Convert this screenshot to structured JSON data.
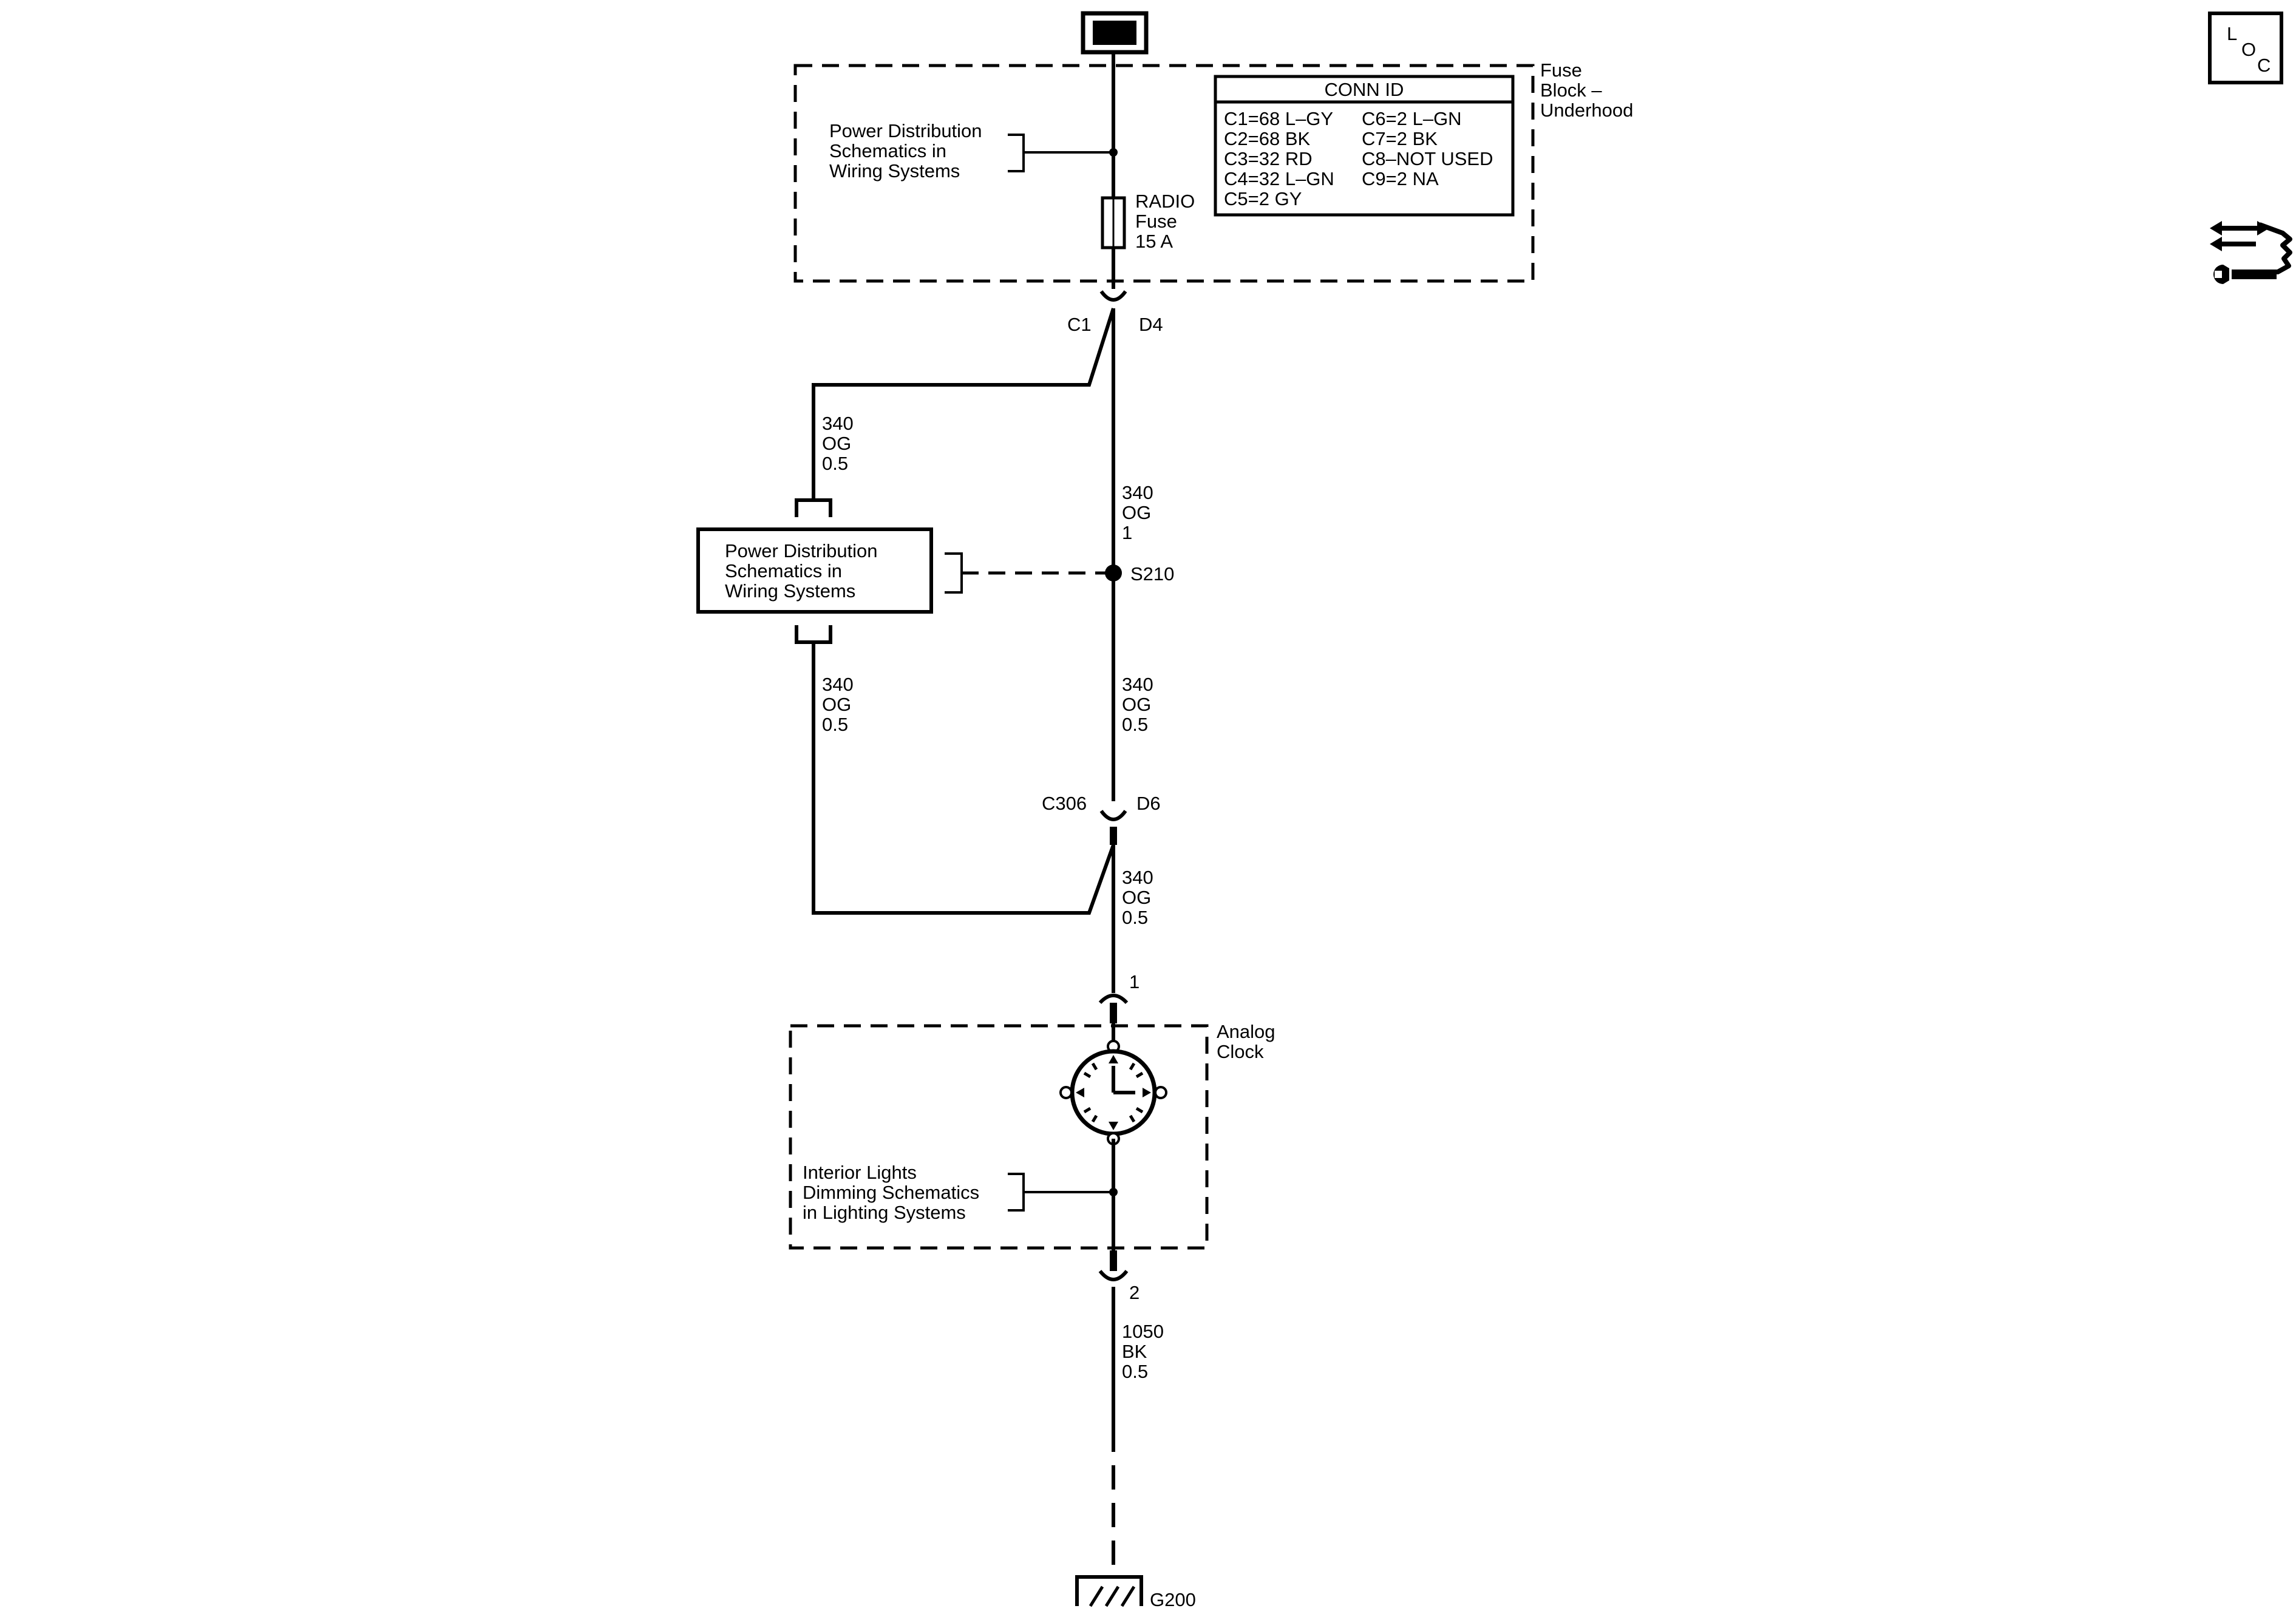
{
  "battery": {
    "label": "B+"
  },
  "fuse_block": {
    "name": [
      "Fuse",
      "Block –",
      "Underhood"
    ],
    "power_dist_ref": [
      "Power Distribution",
      "Schematics in",
      "Wiring Systems"
    ],
    "fuse_label": [
      "RADIO",
      "Fuse",
      "15 A"
    ],
    "conn_id": {
      "title": "CONN ID",
      "left": [
        "C1=68 L–GY",
        "C2=68 BK",
        "C3=32 RD",
        "C4=32 L–GN",
        "C5=2 GY"
      ],
      "right": [
        "C6=2 L–GN",
        "C7=2 BK",
        "C8–NOT USED",
        "C9=2 NA"
      ]
    }
  },
  "connectors": {
    "c1": "C1",
    "d4": "D4",
    "c306": "C306",
    "d6": "D6",
    "pin1": "1",
    "pin2": "2"
  },
  "wires": {
    "left_top": [
      "340",
      "OG",
      "0.5"
    ],
    "main_top": [
      "340",
      "OG",
      "1"
    ],
    "left_bottom": [
      "340",
      "OG",
      "0.5"
    ],
    "main_mid": [
      "340",
      "OG",
      "0.5"
    ],
    "main_low": [
      "340",
      "OG",
      "0.5"
    ],
    "ground": [
      "1050",
      "BK",
      "0.5"
    ]
  },
  "splice": {
    "label": "S210"
  },
  "power_dist_box": {
    "lines": [
      "Power Distribution",
      "Schematics in",
      "Wiring Systems"
    ]
  },
  "clock": {
    "name": [
      "Analog",
      "Clock"
    ],
    "dimming_ref": [
      "Interior Lights",
      "Dimming Schematics",
      "in Lighting Systems"
    ]
  },
  "ground": {
    "label": "G200"
  },
  "loc_icon": {
    "letters": [
      "L",
      "O",
      "C"
    ]
  },
  "icons": [
    "loc-icon",
    "connector-wrench-icon"
  ]
}
